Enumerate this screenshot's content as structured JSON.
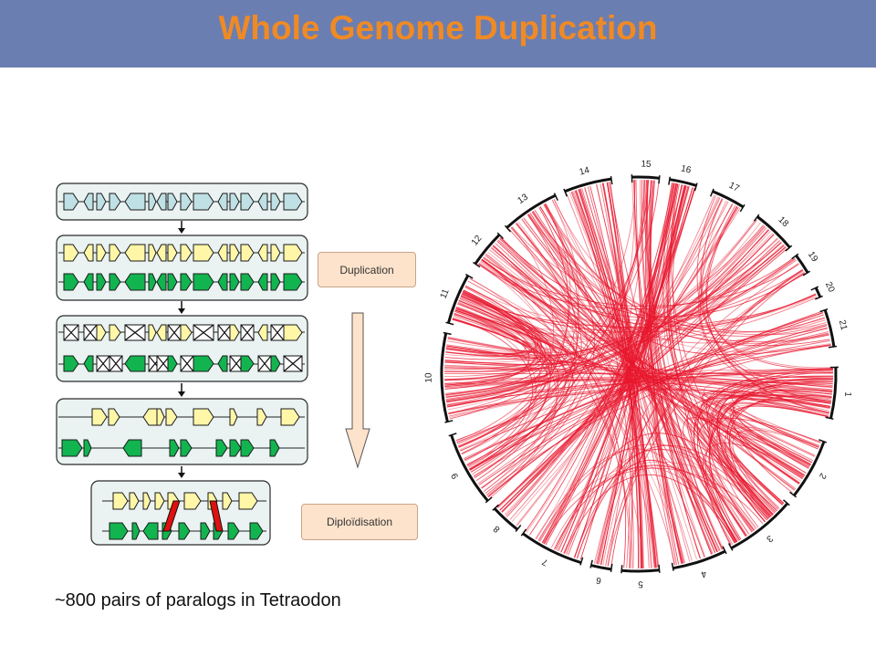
{
  "title": "Whole Genome Duplication",
  "labels": {
    "duplication": "Duplication",
    "diploidisation": "Diploïdisation"
  },
  "caption": "~800 pairs of paralogs in Tetraodon",
  "colors": {
    "header_bg": "#6b7eb2",
    "title": "#f08a24",
    "ancestral_gene": "#bfe0e4",
    "copy_a_gene": "#fff6a8",
    "copy_b_gene": "#12b44f",
    "label_box": "#fde3cb",
    "circos_link": "#e8172e",
    "translocation": "#e01010"
  },
  "circos": {
    "chromosomes": [
      "1",
      "2",
      "3",
      "4",
      "5",
      "6",
      "7",
      "8",
      "9",
      "10",
      "11",
      "12",
      "13",
      "14",
      "15",
      "16",
      "17",
      "18",
      "19",
      "20",
      "21"
    ],
    "link_count": 800,
    "icons": [
      "chromosome-arc",
      "paralog-link"
    ]
  }
}
